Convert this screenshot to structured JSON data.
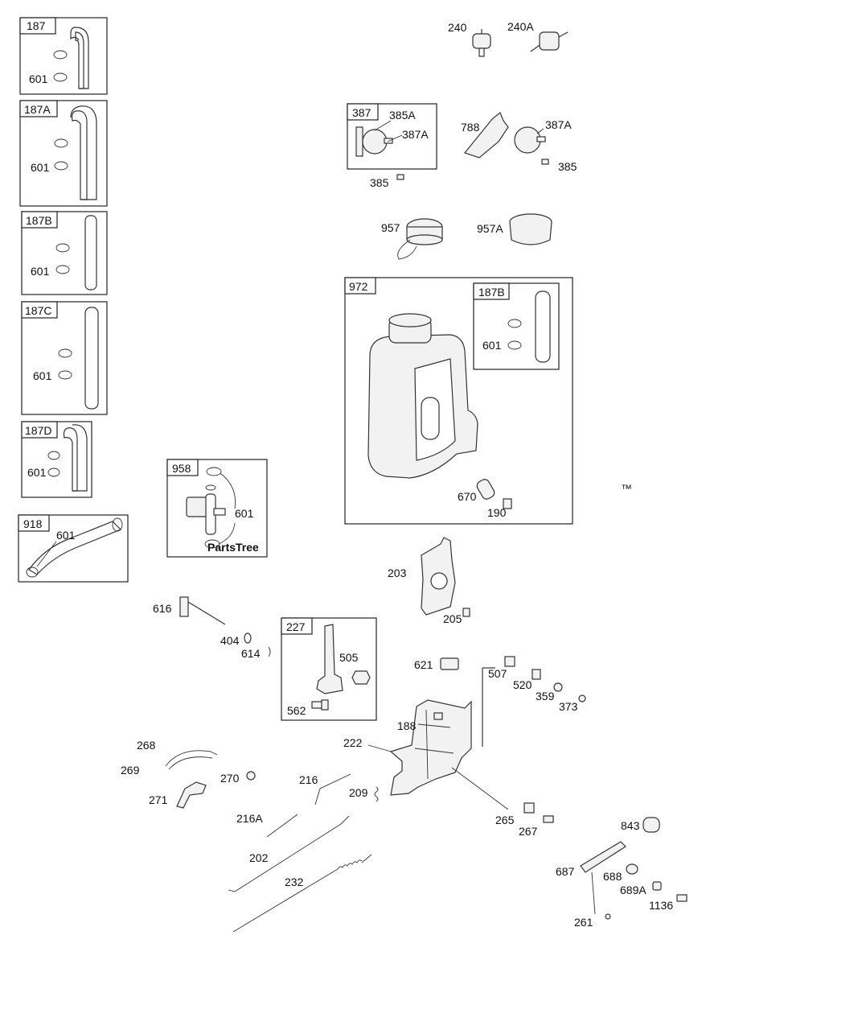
{
  "watermark": {
    "text": "PartsTree",
    "trademark": "™"
  },
  "boxes": {
    "b187": "187",
    "b187a": "187A",
    "b187b": "187B",
    "b187c": "187C",
    "b187d": "187D",
    "b918": "918",
    "b958": "958",
    "b387": "387",
    "b972": "972",
    "b187b_tank": "187B",
    "b227": "227"
  },
  "labels": {
    "c601_187": "601",
    "c601_187a": "601",
    "c601_187b": "601",
    "c601_187c": "601",
    "c601_187d": "601",
    "c601_918": "601",
    "c601_958": "601",
    "c601_tank": "601",
    "p240": "240",
    "p240a": "240A",
    "p385a": "385A",
    "p387a_box": "387A",
    "p385_box": "385",
    "p788": "788",
    "p387a": "387A",
    "p385": "385",
    "p957": "957",
    "p957a": "957A",
    "p670": "670",
    "p190": "190",
    "p203": "203",
    "p205": "205",
    "p616": "616",
    "p404": "404",
    "p614": "614",
    "p505": "505",
    "p562": "562",
    "p621": "621",
    "p507": "507",
    "p520": "520",
    "p359": "359",
    "p373": "373",
    "p188": "188",
    "p222": "222",
    "p209": "209",
    "p265": "265",
    "p267": "267",
    "p268": "268",
    "p269": "269",
    "p270": "270",
    "p271": "271",
    "p216": "216",
    "p216a": "216A",
    "p202": "202",
    "p232": "232",
    "p843": "843",
    "p687": "687",
    "p688": "688",
    "p689a": "689A",
    "p1136": "1136",
    "p261": "261"
  }
}
